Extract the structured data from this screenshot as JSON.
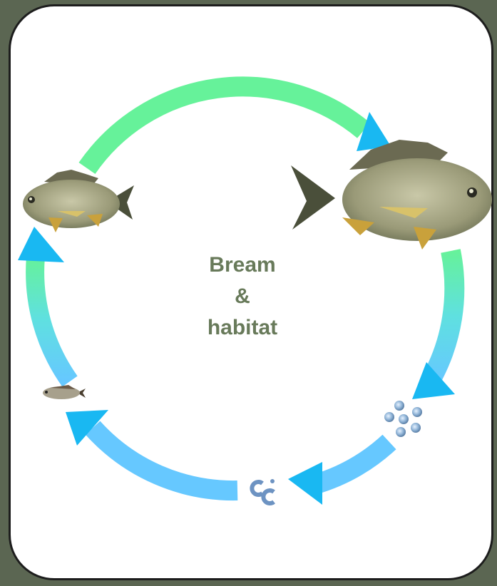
{
  "diagram": {
    "title_line1": "Bream",
    "title_line2": "&",
    "title_line3": "habitat",
    "stages": [
      {
        "name": "juvenile-fish",
        "icon": "fish-icon"
      },
      {
        "name": "adult-fish",
        "icon": "fish-icon"
      },
      {
        "name": "eggs",
        "icon": "eggs-icon"
      },
      {
        "name": "larvae",
        "icon": "larvae-icon"
      },
      {
        "name": "postlarval-fish",
        "icon": "fish-icon"
      }
    ],
    "colors": {
      "background": "#5b6652",
      "panel": "#ffffff",
      "arrow_top": "#66f29a",
      "arrow_mid": "#5fe0e0",
      "arrow_bottom": "#66c8ff",
      "arrowhead": "#19b8f2",
      "label": "#687a5a"
    }
  }
}
